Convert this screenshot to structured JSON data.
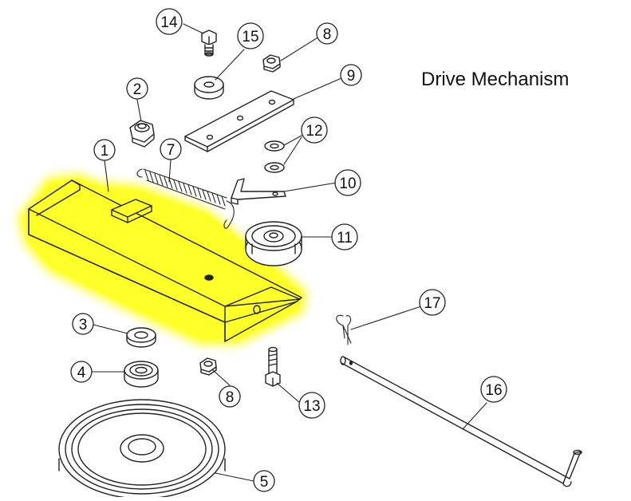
{
  "diagram": {
    "title": "Drive Mechanism",
    "highlight_color": "#ffff2a",
    "line_color": "#222222",
    "callouts": [
      {
        "id": "1",
        "label": "1"
      },
      {
        "id": "2",
        "label": "2"
      },
      {
        "id": "3",
        "label": "3"
      },
      {
        "id": "4",
        "label": "4"
      },
      {
        "id": "5",
        "label": "5"
      },
      {
        "id": "7",
        "label": "7"
      },
      {
        "id": "8a",
        "label": "8"
      },
      {
        "id": "8b",
        "label": "8"
      },
      {
        "id": "9",
        "label": "9"
      },
      {
        "id": "10",
        "label": "10"
      },
      {
        "id": "11",
        "label": "11"
      },
      {
        "id": "12",
        "label": "12"
      },
      {
        "id": "13",
        "label": "13"
      },
      {
        "id": "14",
        "label": "14"
      },
      {
        "id": "15",
        "label": "15"
      },
      {
        "id": "16",
        "label": "16"
      },
      {
        "id": "17",
        "label": "17"
      }
    ]
  }
}
